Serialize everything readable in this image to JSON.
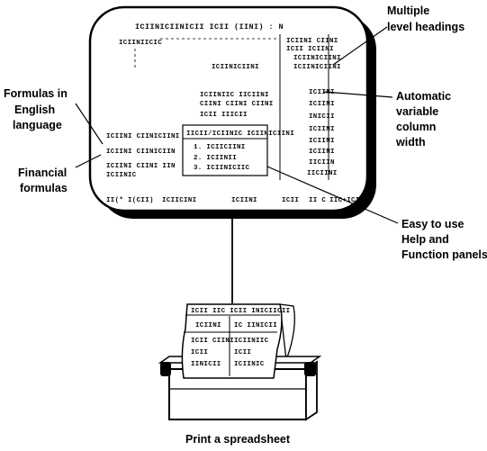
{
  "screen": {
    "title": "ICIINICIINICII ICII (IINI) : N",
    "top_left": "ICIINIICIC",
    "head_right_1": "ICIINI CIINI",
    "head_right_2": "ICII ICIINI",
    "head_right_3": "ICIINICIINI",
    "head_right_4": "ICIINICIINI",
    "mid_center_1": "ICIINICIINI",
    "mid_block_1": "ICIINIIC IICIINI",
    "mid_block_2": "CIINI CIINI CIINI",
    "mid_block_3": "ICII IIICII",
    "right_col": [
      "ICIINI",
      "ICIINI",
      "INICII",
      "ICIINI",
      "ICIINI",
      "ICIINI",
      "IICIIN",
      "IICIINI"
    ],
    "left_block": [
      "ICIINI CIINICIINI",
      "ICIINI CIINICIIN",
      "ICIINI CIINI IIN",
      "ICIINIC"
    ],
    "panel_title": "IICII/ICIINIC ICIINICIINI",
    "panel_items": [
      "1. ICIICIINI",
      "2. ICIINII",
      "3. ICIINICIIC"
    ],
    "bottom_row": [
      "II(* I(CII)",
      "ICIICINI",
      "ICIINI",
      "ICII",
      "II C",
      "IIC+ICI"
    ]
  },
  "printout": {
    "title": "ICII IIC ICII INICIICII",
    "left_col": [
      "ICIINI",
      "ICII CIINI",
      "ICII",
      "IINICII"
    ],
    "right_col": [
      "IC IINICII",
      "ICIINIIC",
      "ICII",
      "ICIINIC"
    ]
  },
  "callouts": {
    "formulas_english": [
      "Formulas in",
      "English",
      "language"
    ],
    "financial": [
      "Financial",
      "formulas"
    ],
    "multiple_headings": [
      "Multiple",
      "level headings"
    ],
    "auto_width": [
      "Automatic",
      "variable",
      "column",
      "width"
    ],
    "help_panels": [
      "Easy to use",
      "Help and",
      "Function panels"
    ]
  },
  "caption": "Print a spreadsheet"
}
